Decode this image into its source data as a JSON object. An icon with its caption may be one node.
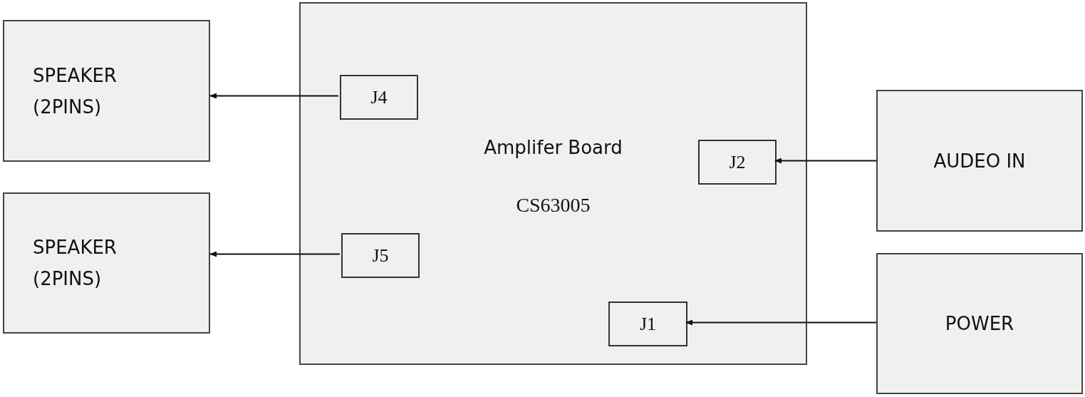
{
  "diagram": {
    "nodes": [
      {
        "text": [
          "SPEAKER (2PINS)"
        ]
      },
      {
        "text": [
          "SPEAKER (2PINS)"
        ]
      },
      {
        "text": [
          "Amplifer Board",
          "CS63005"
        ]
      },
      {
        "text": [
          "J4"
        ],
        "in": 2
      },
      {
        "text": [
          "J2"
        ],
        "in": 2
      },
      {
        "text": [
          "J5"
        ],
        "in": 2
      },
      {
        "text": [
          "J1"
        ],
        "in": 2
      },
      {
        "text": [
          "AUDEO IN"
        ]
      },
      {
        "text": [
          "POWER"
        ]
      }
    ],
    "edges": [
      {
        "from": 3,
        "to": 0,
        "arrow": "to"
      },
      {
        "from": 5,
        "to": 1,
        "arrow": "to"
      },
      {
        "from": 7,
        "to": 4,
        "arrow": "to"
      },
      {
        "from": 8,
        "to": 6,
        "arrow": "to"
      }
    ]
  }
}
